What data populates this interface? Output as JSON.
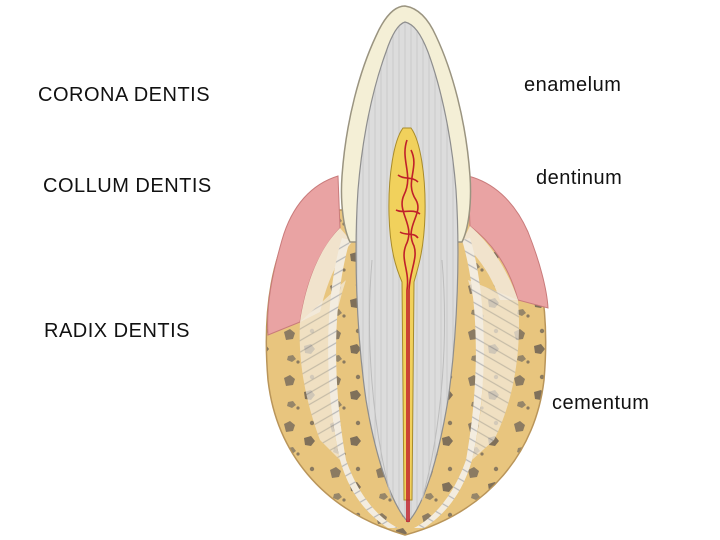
{
  "labels": {
    "corona": "CORONA  DENTIS",
    "collum": "COLLUM  DENTIS",
    "radix": "RADIX  DENTIS",
    "enamelum": "enamelum",
    "dentinum": "dentinum",
    "cementum": "cementum"
  },
  "colors": {
    "enamel": "#f4efd6",
    "dentin": "#d9d9d9",
    "pulp": "#f1d15c",
    "vessels": "#c0202a",
    "gingiva": "#e9a3a3",
    "bone": "#e5c27a",
    "periodontium": "#f3ead8"
  }
}
